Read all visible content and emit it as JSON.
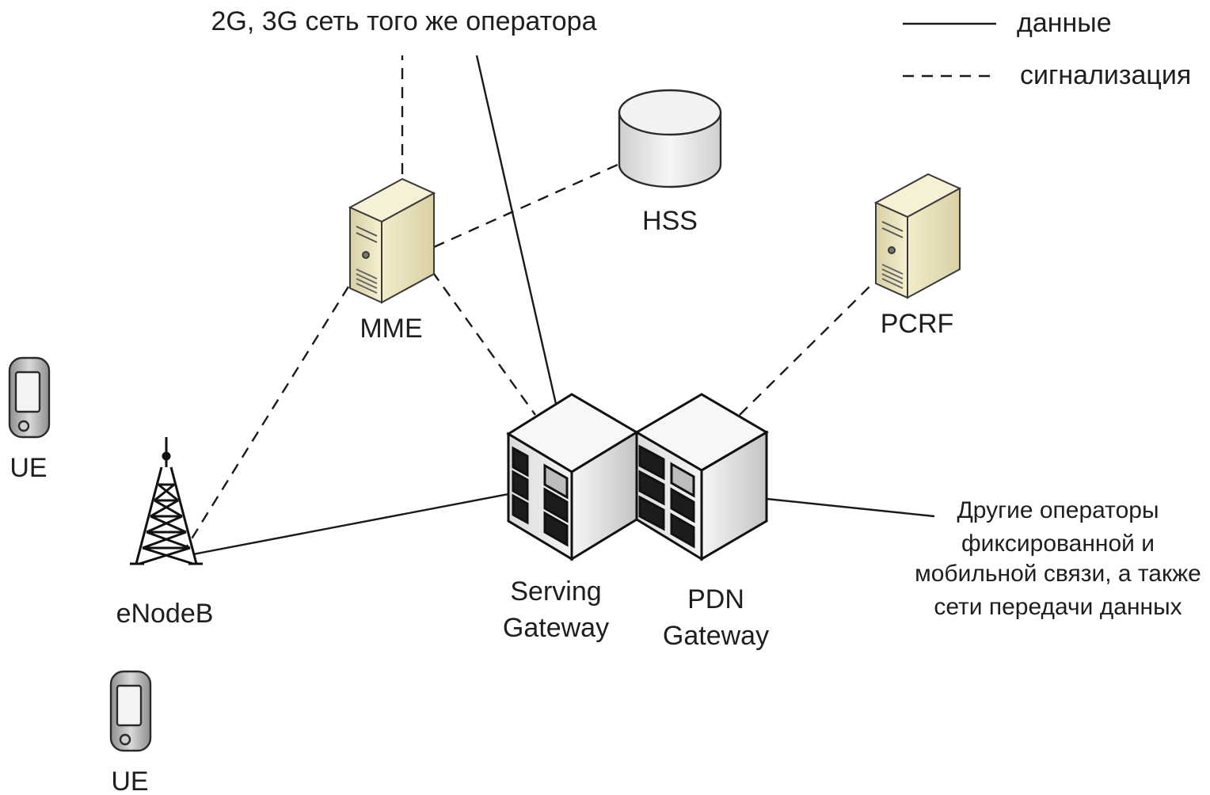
{
  "title_top": "2G, 3G сеть того же оператора",
  "legend": {
    "data_label": "данные",
    "signal_label": "сигнализация"
  },
  "nodes": {
    "mme": "MME",
    "hss": "HSS",
    "pcrf": "PCRF",
    "enodeb": "eNodeB",
    "ue_top": "UE",
    "ue_bottom": "UE",
    "sgw_line1": "Serving",
    "sgw_line2": "Gateway",
    "pgw_line1": "PDN",
    "pgw_line2": "Gateway"
  },
  "other_operators": {
    "line1": "Другие операторы",
    "line2": "фиксированной и",
    "line3": "мобильной связи, а также",
    "line4": "сети передачи данных"
  },
  "colors": {
    "line": "#1a1a1a",
    "server_beige": "#efe7c4",
    "gateway_face": "#ededed",
    "gateway_dark": "#1c1c1c"
  }
}
